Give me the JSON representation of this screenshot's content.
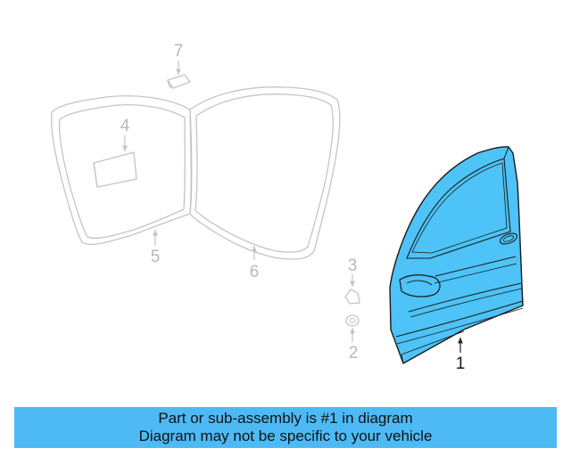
{
  "callouts": {
    "door_shell": "1",
    "plug": "2",
    "clip": "3",
    "insulator": "4",
    "body_weatherstrip": "5",
    "door_weatherstrip": "6",
    "bracket": "7"
  },
  "caption": {
    "line1": "Part or sub-assembly is #1 in diagram",
    "line2": "Diagram may not be specific to your vehicle"
  },
  "colors": {
    "highlight_fill": "#4dc3f7",
    "caption_background": "#4dbaf5",
    "faded_part_line": "#c4c4c4",
    "faded_label": "#b8b8b8"
  }
}
